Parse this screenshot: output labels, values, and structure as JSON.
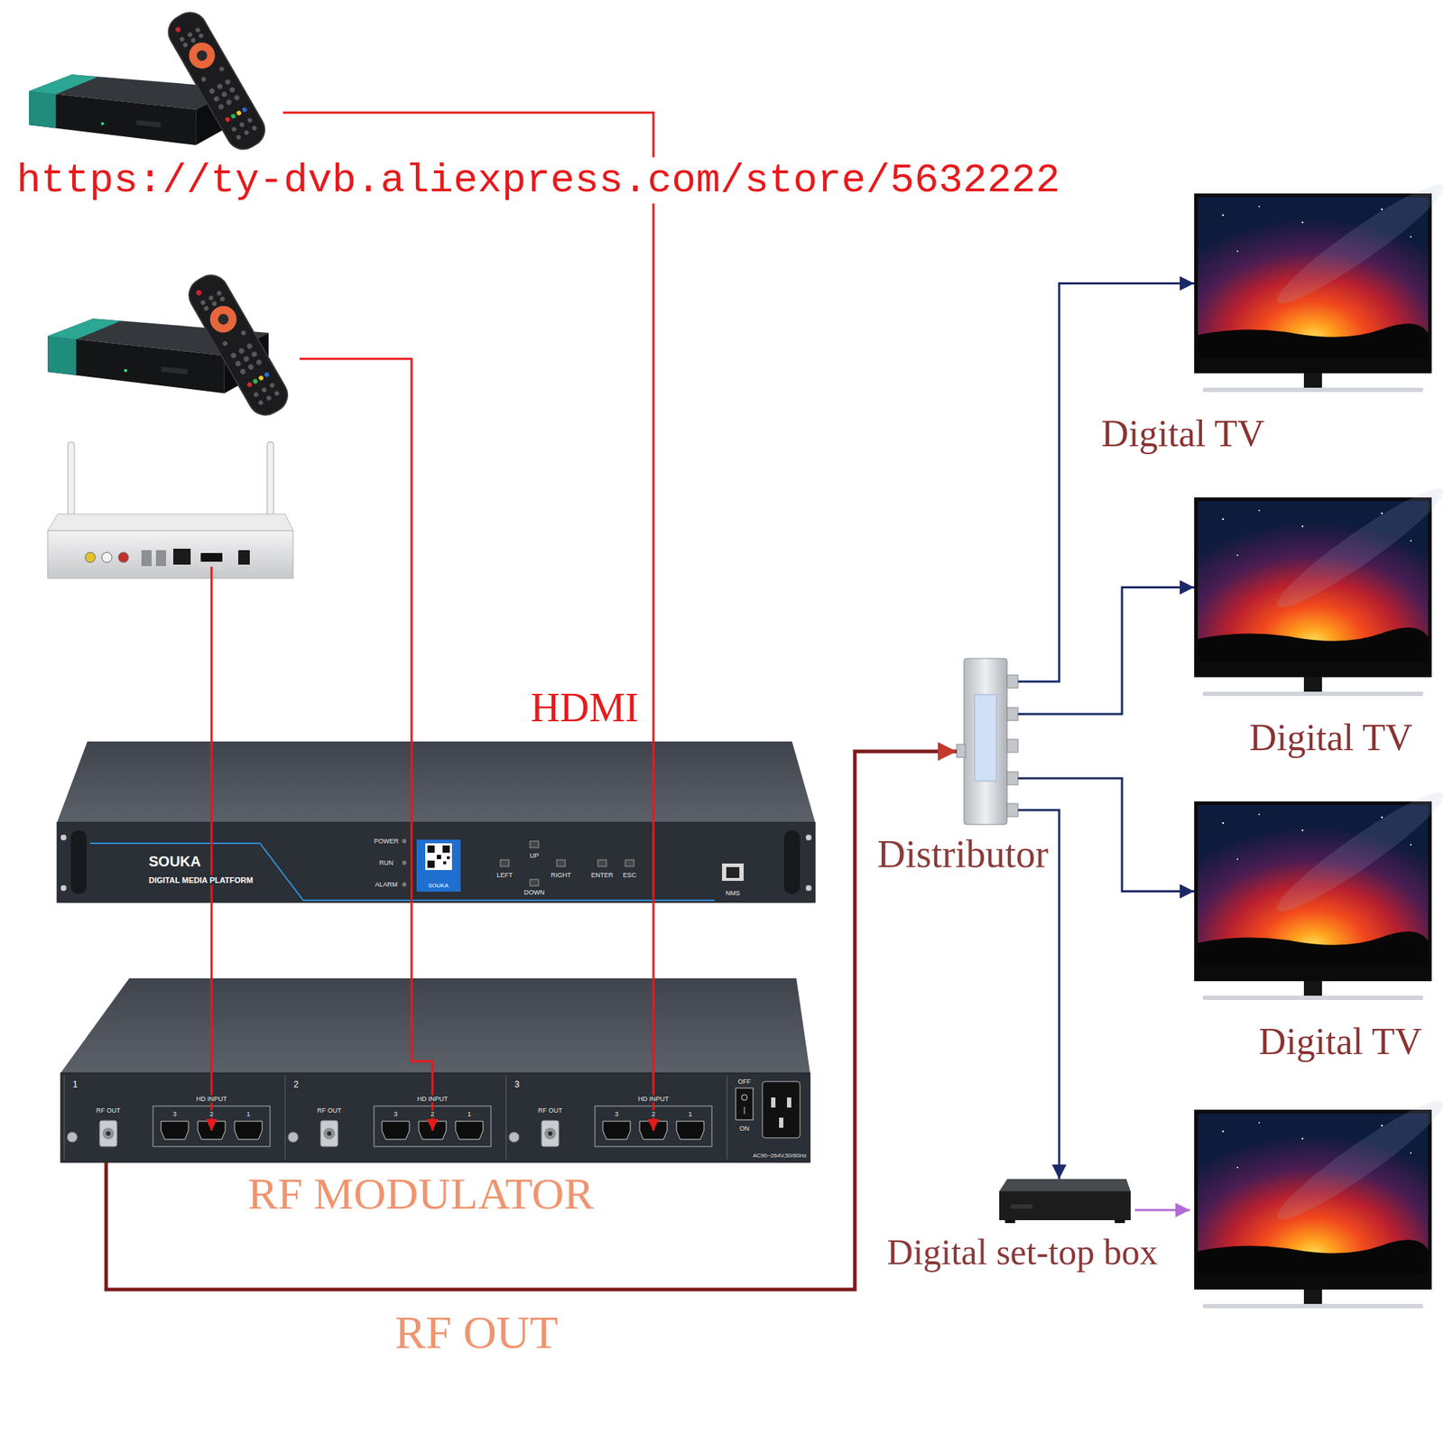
{
  "diagram": {
    "nodes": [
      {
        "text": [
          "RF MODULATOR"
        ]
      },
      {
        "text": [
          "Distributor"
        ]
      },
      {
        "text": [
          "Digital TV"
        ]
      },
      {
        "text": [
          "Digital TV"
        ]
      },
      {
        "text": [
          "Digital TV"
        ]
      },
      {
        "text": [
          "Digital set-top box"
        ]
      }
    ],
    "edges": [
      {
        "from": 0,
        "to": 1,
        "arrow": "to",
        "label": "RF OUT"
      },
      {
        "from": 1,
        "to": 2,
        "arrow": "to"
      },
      {
        "from": 1,
        "to": 3,
        "arrow": "to"
      },
      {
        "from": 1,
        "to": 4,
        "arrow": "to"
      },
      {
        "from": 1,
        "to": 5,
        "arrow": "to"
      }
    ],
    "labels": [
      "https://ty-dvb.aliexpress.com/store/5632222",
      "HDMI",
      "SOUKA",
      "DIGITAL MEDIA PLATFORM",
      "POWER",
      "RUN",
      "ALARM",
      "SOUKA",
      "UP",
      "LEFT",
      "RIGHT",
      "ENTER",
      "ESC",
      "DOWN",
      "NMS",
      "1",
      "RF OUT",
      "HD INPUT",
      "3",
      "2",
      "1",
      "2",
      "RF OUT",
      "HD INPUT",
      "3",
      "2",
      "1",
      "3",
      "RF OUT",
      "HD INPUT",
      "3",
      "2",
      "1",
      "OFF",
      "ON",
      "AC90~264V,50/60Hz"
    ]
  }
}
